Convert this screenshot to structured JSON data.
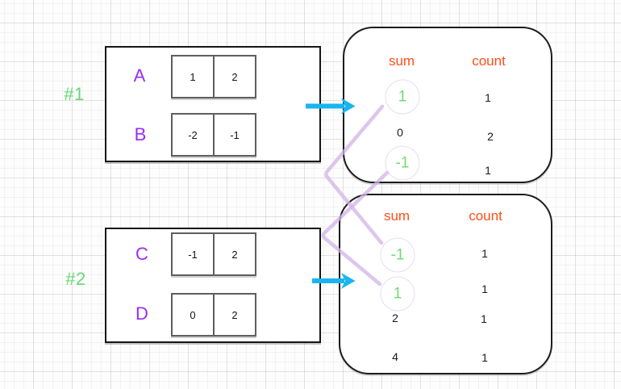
{
  "colors": {
    "array_letter_purple": "#9a2bf5",
    "example_label_green": "#66d873",
    "table_header_orange": "#ff4d15",
    "arrow_blue": "#19b5f0",
    "connector_lavender": "#d2b3e6",
    "highlight_circle_green_text": "#72d976"
  },
  "examples": [
    {
      "id_label": "#1",
      "rows": [
        {
          "label": "A",
          "cells": [
            "1",
            "2"
          ]
        },
        {
          "label": "B",
          "cells": [
            "-2",
            "-1"
          ]
        }
      ],
      "table": {
        "header_sum": "sum",
        "header_count": "count",
        "rows": [
          {
            "sum": "1",
            "count": "1",
            "highlight": true
          },
          {
            "sum": "0",
            "count": "2",
            "highlight": false
          },
          {
            "sum": "-1",
            "count": "1",
            "highlight": true
          }
        ]
      }
    },
    {
      "id_label": "#2",
      "rows": [
        {
          "label": "C",
          "cells": [
            "-1",
            "2"
          ]
        },
        {
          "label": "D",
          "cells": [
            "0",
            "2"
          ]
        }
      ],
      "table": {
        "header_sum": "sum",
        "header_count": "count",
        "rows": [
          {
            "sum": "-1",
            "count": "1",
            "highlight": true
          },
          {
            "sum": "1",
            "count": "1",
            "highlight": true
          },
          {
            "sum": "2",
            "count": "1",
            "highlight": false
          },
          {
            "sum": "4",
            "count": "1",
            "highlight": false
          }
        ]
      }
    }
  ],
  "connections": [
    {
      "from_example": "#1",
      "from_sum": "1",
      "to_example": "#2",
      "to_sum": "-1"
    },
    {
      "from_example": "#1",
      "from_sum": "-1",
      "to_example": "#2",
      "to_sum": "1"
    }
  ]
}
